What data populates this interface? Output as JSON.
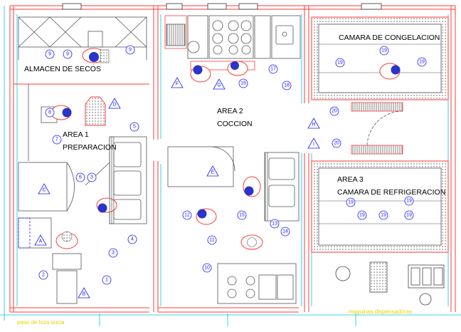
{
  "rooms": {
    "almacen": "ALMACEN DE SECOS",
    "area1_line1": "AREA 1",
    "area1_line2": "PREPARACION",
    "area2_line1": "AREA 2",
    "area2_line2": "COCCION",
    "congelacion": "CAMARA DE CONGELACION",
    "area3_line1": "AREA 3",
    "area3_line2": "CAMARA DE REFRIGERACION"
  },
  "bottom_labels": {
    "left": "paso de loza sucia",
    "right": "maquinas dispensadoras"
  },
  "tags": {
    "circles": [
      "9",
      "9",
      "9",
      "8",
      "7",
      "6",
      "5",
      "3",
      "4",
      "3",
      "2",
      "1",
      "10",
      "11",
      "12",
      "13",
      "14",
      "15",
      "16",
      "17",
      "18",
      "19",
      "19",
      "19",
      "19",
      "19",
      "19",
      "19",
      "19",
      "20",
      "20"
    ],
    "triangles": [
      "A",
      "B",
      "C",
      "D",
      "E",
      "F",
      "G",
      "H",
      "I"
    ]
  },
  "colors": {
    "wall": "#ff3b3b",
    "fixture": "#444444",
    "cyan": "#00c8d8",
    "tag": "#1a1aff",
    "hatch": "#6a6a6a"
  }
}
